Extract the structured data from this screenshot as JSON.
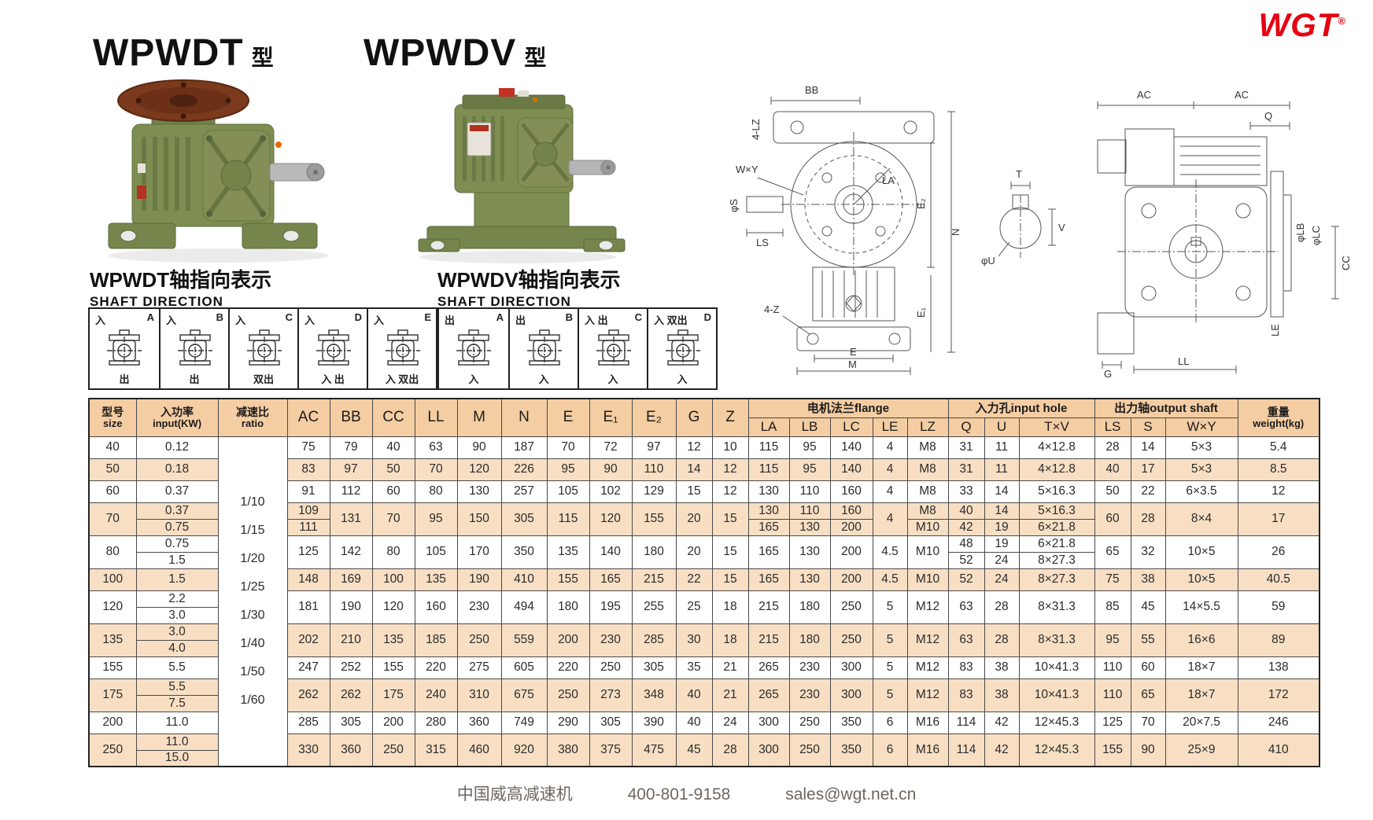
{
  "logo": {
    "text": "WGT",
    "reg": "®",
    "color": "#e60012"
  },
  "titles": {
    "model1": "WPWDT",
    "model1_suffix": "型",
    "model2": "WPWDV",
    "model2_suffix": "型"
  },
  "shaft_wpwdt": {
    "title": "WPWDT轴指向表示",
    "subtitle": "SHAFT DIRECTION",
    "boxes": [
      {
        "letter": "A",
        "top": "入",
        "bottom": "出"
      },
      {
        "letter": "B",
        "top": "入",
        "bottom": "出"
      },
      {
        "letter": "C",
        "top": "入",
        "bottom": "双出"
      },
      {
        "letter": "D",
        "top": "入",
        "bottom": "入 出"
      },
      {
        "letter": "E",
        "top": "入",
        "bottom": "入 双出"
      }
    ]
  },
  "shaft_wpwdv": {
    "title": "WPWDV轴指向表示",
    "subtitle": "SHAFT DIRECTION",
    "boxes": [
      {
        "letter": "A",
        "top": "出",
        "bottom": "入"
      },
      {
        "letter": "B",
        "top": "出",
        "bottom": "入"
      },
      {
        "letter": "C",
        "top": "入 出",
        "bottom": "入"
      },
      {
        "letter": "D",
        "top": "入 双出",
        "bottom": "入"
      }
    ]
  },
  "drawing": {
    "bb": "BB",
    "lz4": "4-LZ",
    "wxy": "W×Y",
    "phis": "φS",
    "ls": "LS",
    "z4": "4-Z",
    "e": "E",
    "m": "M",
    "e2": "E₂",
    "n": "N",
    "e1": "E₁",
    "la": "LA",
    "t": "T",
    "v": "V",
    "phiu": "φU",
    "ac1": "AC",
    "ac2": "AC",
    "q": "Q",
    "philb": "φLB",
    "philc": "φLC",
    "cc": "CC",
    "le": "LE",
    "g": "G",
    "ll": "LL"
  },
  "table": {
    "header": {
      "size": [
        "型号",
        "size"
      ],
      "input": [
        "入功率",
        "input(KW)"
      ],
      "ratio": [
        "减速比",
        "ratio"
      ],
      "dims": [
        "AC",
        "BB",
        "CC",
        "LL",
        "M",
        "N",
        "E",
        "E₁",
        "E₂",
        "G",
        "Z"
      ],
      "flange_group": "电机法兰flange",
      "flange_cols": [
        "LA",
        "LB",
        "LC",
        "LE",
        "LZ"
      ],
      "input_hole_group": "入力孔input hole",
      "input_hole_cols": [
        "Q",
        "U",
        "T×V"
      ],
      "output_group": "出力轴output shaft",
      "output_cols": [
        "LS",
        "S",
        "W×Y"
      ],
      "weight": [
        "重量",
        "weight(kg)"
      ]
    },
    "ratios": [
      "1/10",
      "1/15",
      "1/20",
      "1/25",
      "1/30",
      "1/40",
      "1/50",
      "1/60"
    ],
    "rows": [
      {
        "size": "40",
        "shade": false,
        "power": [
          "0.12"
        ],
        "AC": [
          "75"
        ],
        "BB": "79",
        "CC": "40",
        "LL": "63",
        "M": "90",
        "N": "187",
        "E": "70",
        "E1": "72",
        "E2": "97",
        "G": "12",
        "Z": "10",
        "LA": [
          "115"
        ],
        "LB": [
          "95"
        ],
        "LC": [
          "140"
        ],
        "LE": "4",
        "LZ": [
          "M8"
        ],
        "Q": [
          "31"
        ],
        "U": [
          "11"
        ],
        "TV": [
          "4×12.8"
        ],
        "LS": "28",
        "S": "14",
        "WY": "5×3",
        "weight": "5.4"
      },
      {
        "size": "50",
        "shade": true,
        "power": [
          "0.18"
        ],
        "AC": [
          "83"
        ],
        "BB": "97",
        "CC": "50",
        "LL": "70",
        "M": "120",
        "N": "226",
        "E": "95",
        "E1": "90",
        "E2": "110",
        "G": "14",
        "Z": "12",
        "LA": [
          "115"
        ],
        "LB": [
          "95"
        ],
        "LC": [
          "140"
        ],
        "LE": "4",
        "LZ": [
          "M8"
        ],
        "Q": [
          "31"
        ],
        "U": [
          "11"
        ],
        "TV": [
          "4×12.8"
        ],
        "LS": "40",
        "S": "17",
        "WY": "5×3",
        "weight": "8.5"
      },
      {
        "size": "60",
        "shade": false,
        "power": [
          "0.37"
        ],
        "AC": [
          "91"
        ],
        "BB": "112",
        "CC": "60",
        "LL": "80",
        "M": "130",
        "N": "257",
        "E": "105",
        "E1": "102",
        "E2": "129",
        "G": "15",
        "Z": "12",
        "LA": [
          "130"
        ],
        "LB": [
          "110"
        ],
        "LC": [
          "160"
        ],
        "LE": "4",
        "LZ": [
          "M8"
        ],
        "Q": [
          "33"
        ],
        "U": [
          "14"
        ],
        "TV": [
          "5×16.3"
        ],
        "LS": "50",
        "S": "22",
        "WY": "6×3.5",
        "weight": "12"
      },
      {
        "size": "70",
        "shade": true,
        "power": [
          "0.37",
          "0.75"
        ],
        "AC": [
          "109",
          "111"
        ],
        "BB": "131",
        "CC": "70",
        "LL": "95",
        "M": "150",
        "N": "305",
        "E": "115",
        "E1": "120",
        "E2": "155",
        "G": "20",
        "Z": "15",
        "LA": [
          "130",
          "165"
        ],
        "LB": [
          "110",
          "130"
        ],
        "LC": [
          "160",
          "200"
        ],
        "LE": "4",
        "LZ": [
          "M8",
          "M10"
        ],
        "Q": [
          "40",
          "42"
        ],
        "U": [
          "14",
          "19"
        ],
        "TV": [
          "5×16.3",
          "6×21.8"
        ],
        "LS": "60",
        "S": "28",
        "WY": "8×4",
        "weight": "17"
      },
      {
        "size": "80",
        "shade": false,
        "power": [
          "0.75",
          "1.5"
        ],
        "AC": [
          "125"
        ],
        "BB": "142",
        "CC": "80",
        "LL": "105",
        "M": "170",
        "N": "350",
        "E": "135",
        "E1": "140",
        "E2": "180",
        "G": "20",
        "Z": "15",
        "LA": [
          "165"
        ],
        "LB": [
          "130"
        ],
        "LC": [
          "200"
        ],
        "LE": "4.5",
        "LZ": [
          "M10"
        ],
        "Q": [
          "48",
          "52"
        ],
        "U": [
          "19",
          "24"
        ],
        "TV": [
          "6×21.8",
          "8×27.3"
        ],
        "LS": "65",
        "S": "32",
        "WY": "10×5",
        "weight": "26"
      },
      {
        "size": "100",
        "shade": true,
        "power": [
          "1.5"
        ],
        "AC": [
          "148"
        ],
        "BB": "169",
        "CC": "100",
        "LL": "135",
        "M": "190",
        "N": "410",
        "E": "155",
        "E1": "165",
        "E2": "215",
        "G": "22",
        "Z": "15",
        "LA": [
          "165"
        ],
        "LB": [
          "130"
        ],
        "LC": [
          "200"
        ],
        "LE": "4.5",
        "LZ": [
          "M10"
        ],
        "Q": [
          "52"
        ],
        "U": [
          "24"
        ],
        "TV": [
          "8×27.3"
        ],
        "LS": "75",
        "S": "38",
        "WY": "10×5",
        "weight": "40.5"
      },
      {
        "size": "120",
        "shade": false,
        "power": [
          "2.2",
          "3.0"
        ],
        "AC": [
          "181"
        ],
        "BB": "190",
        "CC": "120",
        "LL": "160",
        "M": "230",
        "N": "494",
        "E": "180",
        "E1": "195",
        "E2": "255",
        "G": "25",
        "Z": "18",
        "LA": [
          "215"
        ],
        "LB": [
          "180"
        ],
        "LC": [
          "250"
        ],
        "LE": "5",
        "LZ": [
          "M12"
        ],
        "Q": [
          "63"
        ],
        "U": [
          "28"
        ],
        "TV": [
          "8×31.3"
        ],
        "LS": "85",
        "S": "45",
        "WY": "14×5.5",
        "weight": "59"
      },
      {
        "size": "135",
        "shade": true,
        "power": [
          "3.0",
          "4.0"
        ],
        "AC": [
          "202"
        ],
        "BB": "210",
        "CC": "135",
        "LL": "185",
        "M": "250",
        "N": "559",
        "E": "200",
        "E1": "230",
        "E2": "285",
        "G": "30",
        "Z": "18",
        "LA": [
          "215"
        ],
        "LB": [
          "180"
        ],
        "LC": [
          "250"
        ],
        "LE": "5",
        "LZ": [
          "M12"
        ],
        "Q": [
          "63"
        ],
        "U": [
          "28"
        ],
        "TV": [
          "8×31.3"
        ],
        "LS": "95",
        "S": "55",
        "WY": "16×6",
        "weight": "89"
      },
      {
        "size": "155",
        "shade": false,
        "power": [
          "5.5"
        ],
        "AC": [
          "247"
        ],
        "BB": "252",
        "CC": "155",
        "LL": "220",
        "M": "275",
        "N": "605",
        "E": "220",
        "E1": "250",
        "E2": "305",
        "G": "35",
        "Z": "21",
        "LA": [
          "265"
        ],
        "LB": [
          "230"
        ],
        "LC": [
          "300"
        ],
        "LE": "5",
        "LZ": [
          "M12"
        ],
        "Q": [
          "83"
        ],
        "U": [
          "38"
        ],
        "TV": [
          "10×41.3"
        ],
        "LS": "110",
        "S": "60",
        "WY": "18×7",
        "weight": "138"
      },
      {
        "size": "175",
        "shade": true,
        "power": [
          "5.5",
          "7.5"
        ],
        "AC": [
          "262"
        ],
        "BB": "262",
        "CC": "175",
        "LL": "240",
        "M": "310",
        "N": "675",
        "E": "250",
        "E1": "273",
        "E2": "348",
        "G": "40",
        "Z": "21",
        "LA": [
          "265"
        ],
        "LB": [
          "230"
        ],
        "LC": [
          "300"
        ],
        "LE": "5",
        "LZ": [
          "M12"
        ],
        "Q": [
          "83"
        ],
        "U": [
          "38"
        ],
        "TV": [
          "10×41.3"
        ],
        "LS": "110",
        "S": "65",
        "WY": "18×7",
        "weight": "172"
      },
      {
        "size": "200",
        "shade": false,
        "power": [
          "11.0"
        ],
        "AC": [
          "285"
        ],
        "BB": "305",
        "CC": "200",
        "LL": "280",
        "M": "360",
        "N": "749",
        "E": "290",
        "E1": "305",
        "E2": "390",
        "G": "40",
        "Z": "24",
        "LA": [
          "300"
        ],
        "LB": [
          "250"
        ],
        "LC": [
          "350"
        ],
        "LE": "6",
        "LZ": [
          "M16"
        ],
        "Q": [
          "114"
        ],
        "U": [
          "42"
        ],
        "TV": [
          "12×45.3"
        ],
        "LS": "125",
        "S": "70",
        "WY": "20×7.5",
        "weight": "246"
      },
      {
        "size": "250",
        "shade": true,
        "power": [
          "11.0",
          "15.0"
        ],
        "AC": [
          "330"
        ],
        "BB": "360",
        "CC": "250",
        "LL": "315",
        "M": "460",
        "N": "920",
        "E": "380",
        "E1": "375",
        "E2": "475",
        "G": "45",
        "Z": "28",
        "LA": [
          "300"
        ],
        "LB": [
          "250"
        ],
        "LC": [
          "350"
        ],
        "LE": "6",
        "LZ": [
          "M16"
        ],
        "Q": [
          "114"
        ],
        "U": [
          "42"
        ],
        "TV": [
          "12×45.3"
        ],
        "LS": "155",
        "S": "90",
        "WY": "25×9",
        "weight": "410"
      }
    ]
  },
  "footer": {
    "company": "中国威高减速机",
    "phone": "400-801-9158",
    "email": "sales@wgt.net.cn"
  },
  "colors": {
    "header_bg": "#f4cda2",
    "stripe_bg": "#f8dfc4",
    "logo_red": "#e60012",
    "gear_green": "#7c8b4f",
    "flange_brown": "#7b3a1d"
  }
}
